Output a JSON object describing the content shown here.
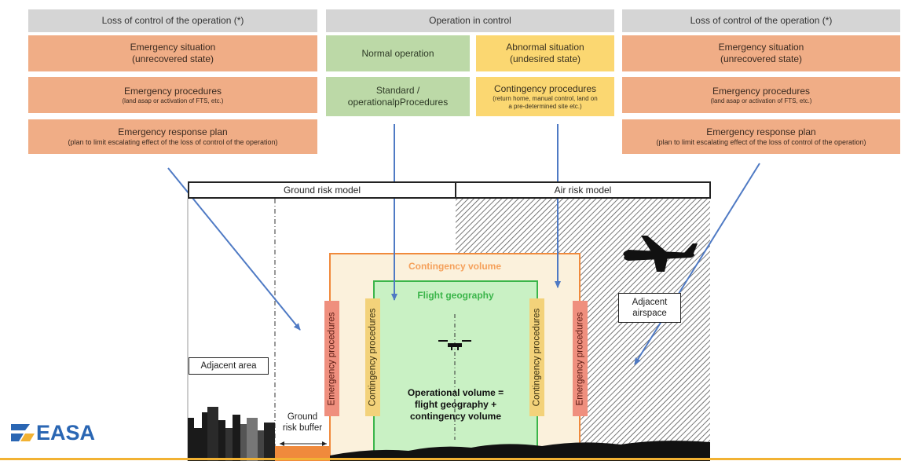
{
  "left_column": {
    "header": "Loss of control of the operation (*)",
    "emergency_situation": {
      "title": "Emergency situation",
      "subtitle": "(unrecovered state)"
    },
    "emergency_procedures": {
      "title": "Emergency procedures",
      "subtitle": "(land asap or activation of FTS, etc.)"
    },
    "emergency_response_plan": {
      "title": "Emergency response plan",
      "subtitle": "(plan to limit escalating effect of the loss of control of the operation)"
    }
  },
  "middle_column": {
    "header": "Operation in control",
    "normal_operation": "Normal operation",
    "abnormal_situation": {
      "title": "Abnormal situation",
      "subtitle": "(undesired state)"
    },
    "standard_procedures": {
      "line1": "Standard /",
      "line2": "operationalpProcedures"
    },
    "contingency_procedures": {
      "title": "Contingency procedures",
      "subtitle_line1": "(return home, manual control, land on",
      "subtitle_line2": "a pre-determined site etc.)"
    }
  },
  "right_column": {
    "header": "Loss of control of the operation (*)",
    "emergency_situation": {
      "title": "Emergency situation",
      "subtitle": "(unrecovered state)"
    },
    "emergency_procedures": {
      "title": "Emergency procedures",
      "subtitle": "(land asap or activation of FTS, etc.)"
    },
    "emergency_response_plan": {
      "title": "Emergency response plan",
      "subtitle": "(plan to limit escalating effect of the loss of control of the operation)"
    }
  },
  "diagram": {
    "ground_risk_model": "Ground risk model",
    "air_risk_model": "Air risk model",
    "contingency_volume": "Contingency volume",
    "flight_geography": "Flight geography",
    "operational_volume": {
      "line1": "Operational volume =",
      "line2": "flight geography +",
      "line3": "contingency volume"
    },
    "adjacent_area": "Adjacent area",
    "adjacent_airspace": {
      "line1": "Adjacent",
      "line2": "airspace"
    },
    "ground_risk_buffer": {
      "line1": "Ground",
      "line2": "risk buffer"
    },
    "emergency_procedures_vertical": "Emergency procedures",
    "contingency_procedures_vertical": "Contingency procedures"
  },
  "logo": {
    "text": "EASA"
  },
  "colors": {
    "orange_box": "#f0ad86",
    "green_box": "#bcd9a7",
    "yellow_box": "#fbd771",
    "header_gray": "#d5d5d5",
    "arrow_blue": "#4f7ac4",
    "contingency_border": "#f08a3c",
    "flight_geo_border": "#3bb54a",
    "logo_blue": "#2a66b3",
    "footer_line": "#f2b233"
  }
}
